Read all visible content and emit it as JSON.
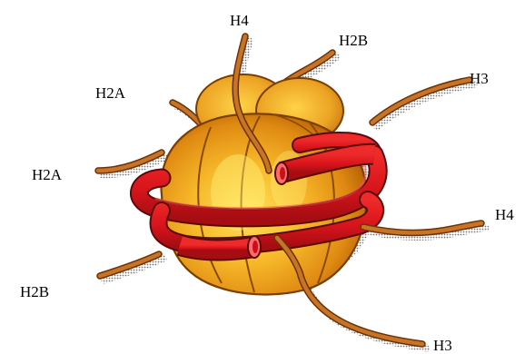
{
  "labels": {
    "h4_top": "H4",
    "h2b_top": "H2B",
    "h3_right": "H3",
    "h2a_upper": "H2A",
    "h2a_left": "H2A",
    "h4_right": "H4",
    "h2b_left": "H2B",
    "h3_bottom": "H3"
  },
  "colors": {
    "histone_light": "#ffd84a",
    "histone_mid": "#f0a020",
    "histone_dark": "#b85f00",
    "histone_outline": "#7a3e00",
    "histone_seam": "#8a4a05",
    "tail": "#c87426",
    "tail_outline": "#6a3208",
    "dna_fill": "#d8141c",
    "dna_outline": "#5a0a0a",
    "dna_end": "#ff5a5a"
  }
}
